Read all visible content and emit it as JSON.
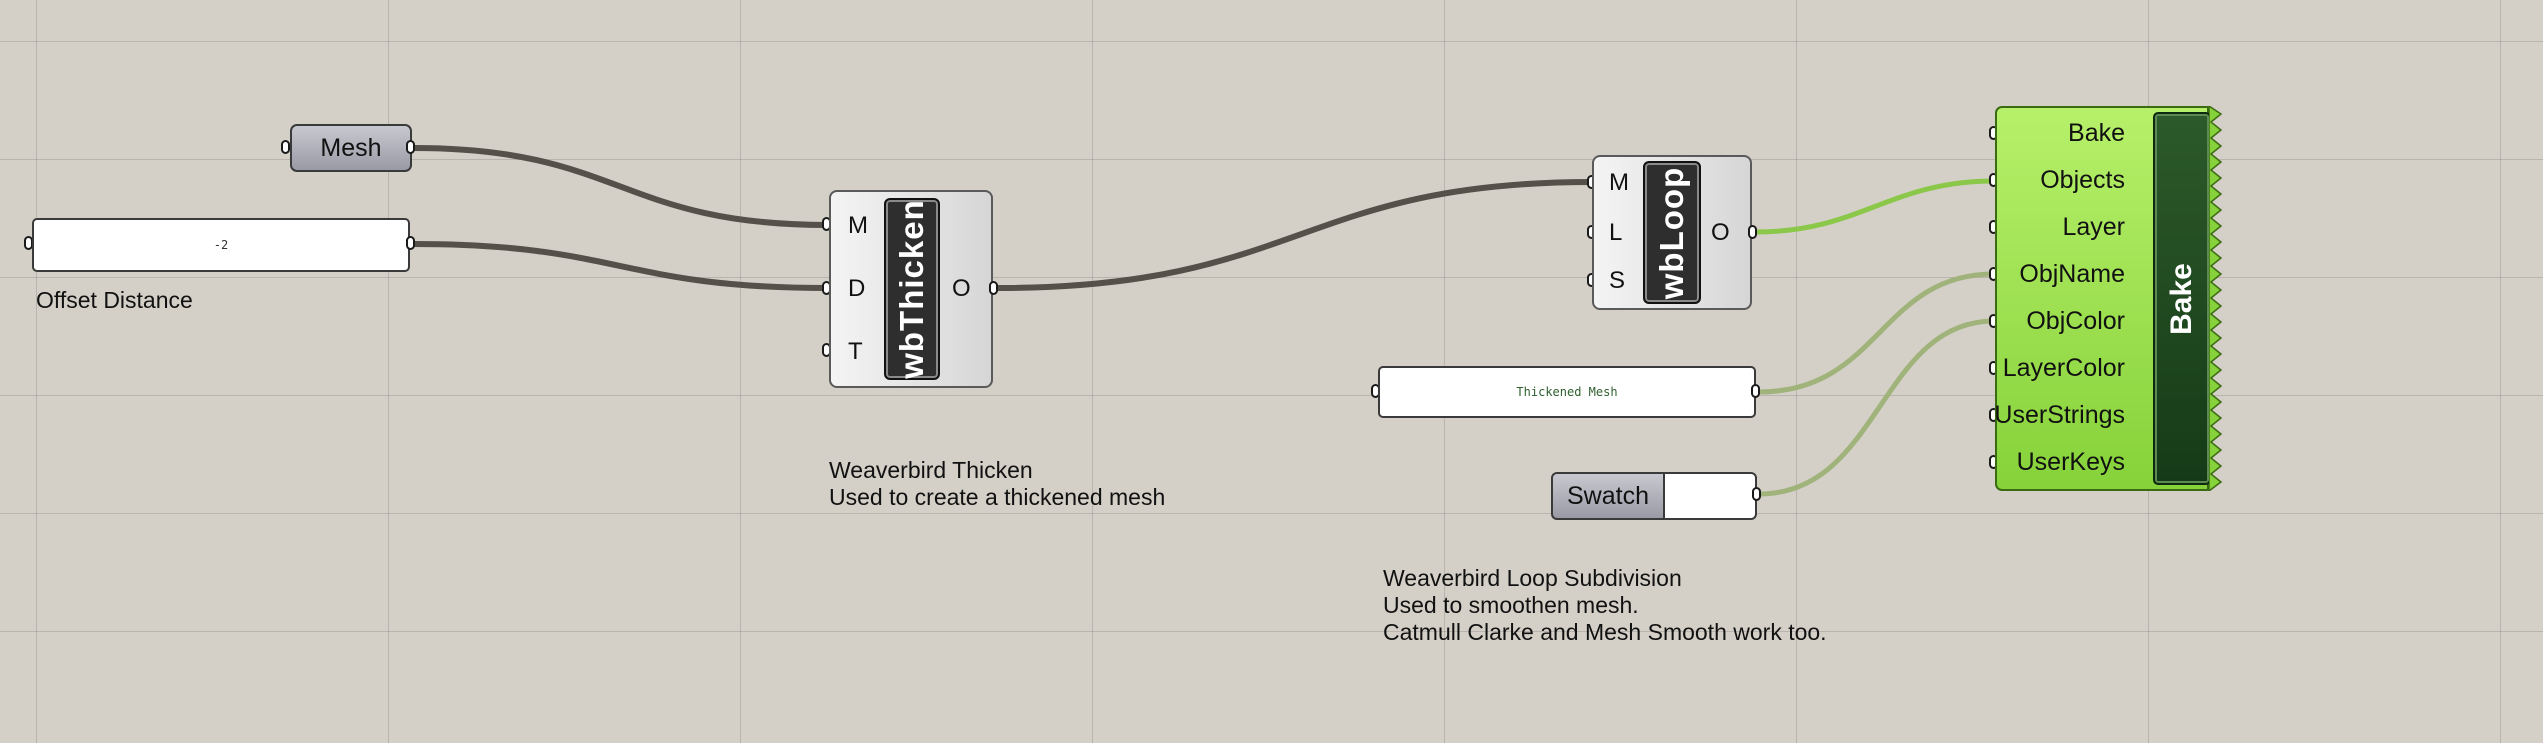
{
  "canvas": {
    "background": "#d4d0c8",
    "wire_dark": "#555049",
    "wire_green": "#a0b37a",
    "wire_green_active": "#8bc84a"
  },
  "mesh_param": {
    "label": "Mesh"
  },
  "offset_slider": {
    "value": "-2",
    "label": "Offset Distance"
  },
  "wb_thicken": {
    "nickname": "wbThicken",
    "inputs": [
      "M",
      "D",
      "T"
    ],
    "output": "O",
    "note": "Weaverbird Thicken\nUsed to create a thickened mesh"
  },
  "wb_loop": {
    "nickname": "wbLoop",
    "inputs": [
      "M",
      "L",
      "S"
    ],
    "output": "O",
    "note": "Weaverbird Loop Subdivision\nUsed to smoothen mesh.\nCatmull Clarke and Mesh Smooth work too."
  },
  "name_panel": {
    "value": "Thickened Mesh"
  },
  "swatch": {
    "label": "Swatch",
    "color": "#ffffff"
  },
  "bake": {
    "nickname": "Bake",
    "inputs": [
      "Bake",
      "Objects",
      "Layer",
      "ObjName",
      "ObjColor",
      "LayerColor",
      "UserStrings",
      "UserKeys"
    ],
    "accent": "#8bd53f"
  }
}
